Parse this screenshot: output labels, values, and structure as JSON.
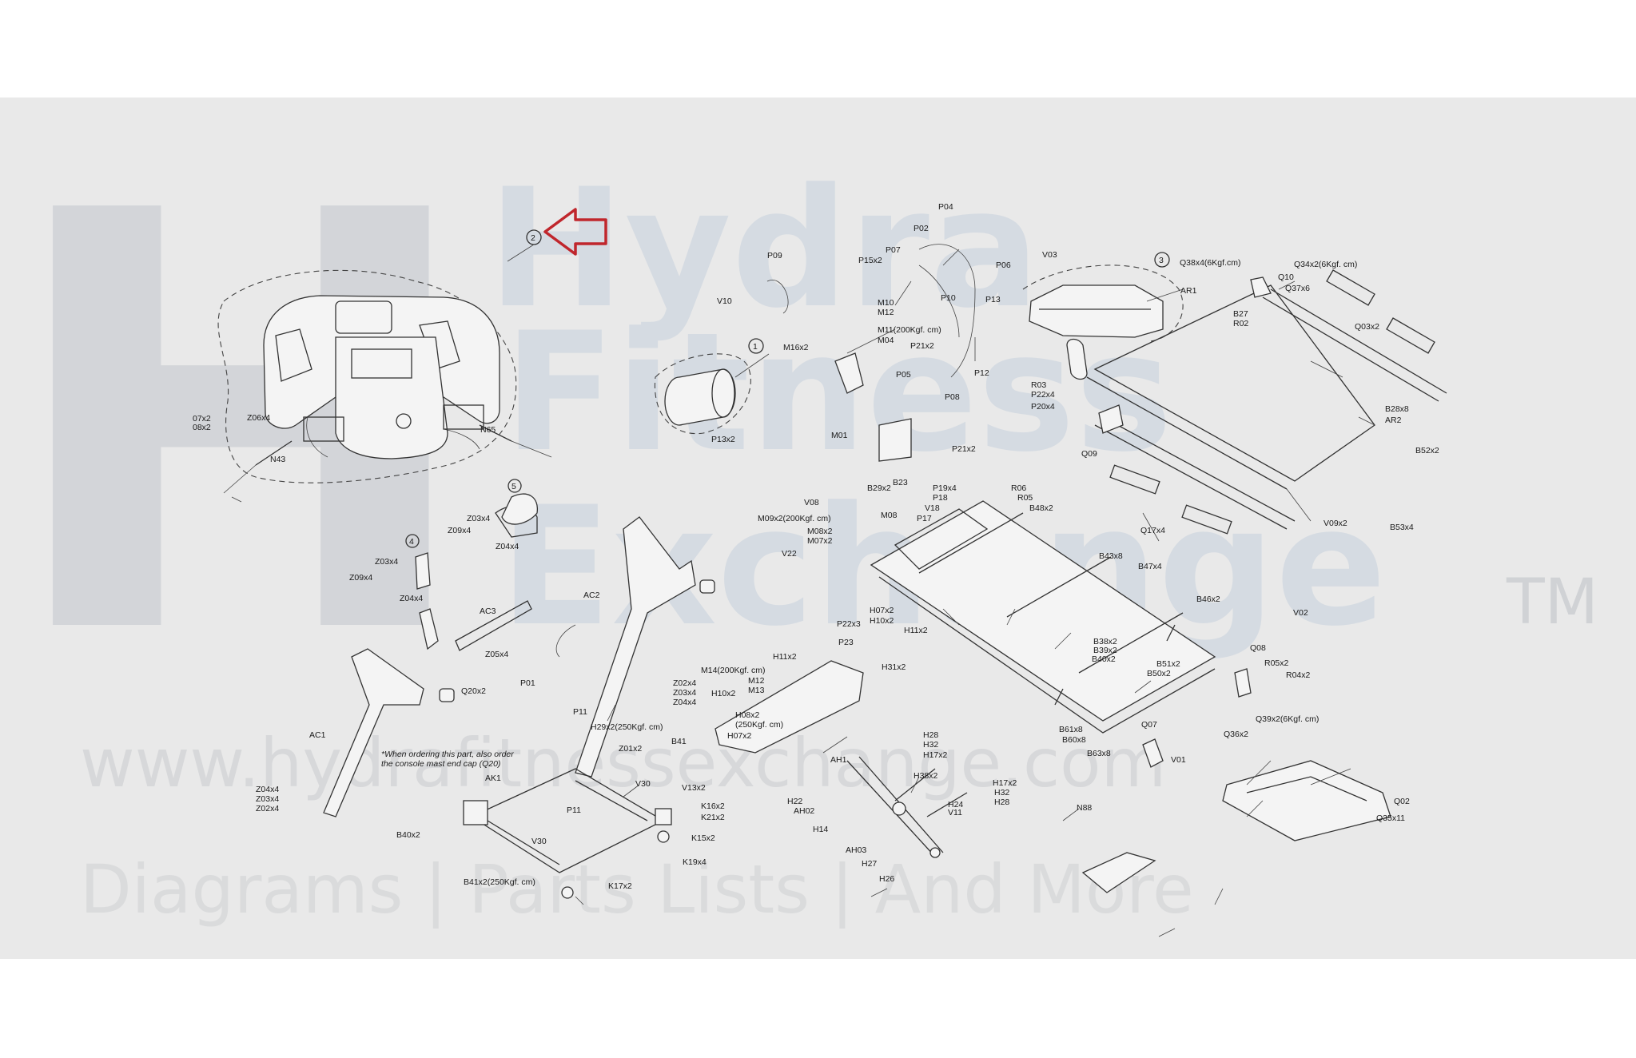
{
  "watermark": {
    "logo_letter": "H",
    "word1": "Hydra",
    "word2": "Fitness",
    "word3": "Exchange",
    "tm": "TM",
    "url": "www.hydrafitnessexchange.com",
    "tagline": "Diagrams | Parts Lists | And More"
  },
  "note": {
    "line1": "*When ordering this part, also order",
    "line2": "the console mast end cap (Q20)"
  },
  "callouts": [
    "1",
    "2",
    "3",
    "4",
    "5"
  ],
  "labels": {
    "l001": "07x2",
    "l002": "08x2",
    "l003": "Z06x4",
    "l004": "N65",
    "l005": "N43",
    "l006": "Z03x4",
    "l007": "Z09x4",
    "l008": "Z04x4",
    "l009": "Z03x4",
    "l010": "Z09x4",
    "l011": "Z04x4",
    "l012": "AC3",
    "l013": "Z05x4",
    "l014": "AC2",
    "l015": "Q20x2",
    "l016": "AC1",
    "l017": "P01",
    "l018": "P11",
    "l019": "Z02x4",
    "l020": "Z03x4",
    "l021": "Z04x4",
    "l022": "H29x2(250Kgf. cm)",
    "l023": "Z01x2",
    "l024": "B41",
    "l025": "V30",
    "l026": "V13x2",
    "l027": "AK1",
    "l028": "P11",
    "l029": "Z04x4",
    "l030": "Z03x4",
    "l031": "Z02x4",
    "l032": "K16x2",
    "l033": "K21x2",
    "l034": "B40x2",
    "l035": "V30",
    "l036": "K15x2",
    "l037": "K19x4",
    "l038": "B41x2(250Kgf. cm)",
    "l039": "K17x2",
    "l040": "P09",
    "l041": "V10",
    "l042": "P13x2",
    "l043": "P04",
    "l044": "P02",
    "l045": "P07",
    "l046": "P15x2",
    "l047": "P06",
    "l048": "P10",
    "l049": "P13",
    "l050": "M10",
    "l051": "M12",
    "l052": "M11(200Kgf. cm)",
    "l053": "M04",
    "l054": "M16x2",
    "l055": "P21x2",
    "l056": "P12",
    "l057": "P05",
    "l058": "P08",
    "l059": "M01",
    "l060": "P21x2",
    "l061": "V03",
    "l062": "Q38x4(6Kgf.cm)",
    "l063": "AR1",
    "l064": "Q34x2(6Kgf. cm)",
    "l065": "Q10",
    "l066": "Q37x6",
    "l067": "B27",
    "l068": "R02",
    "l069": "Q03x2",
    "l070": "R03",
    "l071": "P22x4",
    "l072": "P20x4",
    "l073": "B28x8",
    "l074": "AR2",
    "l075": "Q09",
    "l076": "B52x2",
    "l077": "Q17x4",
    "l078": "V09x2",
    "l079": "B53x4",
    "l080": "V08",
    "l081": "B29x2",
    "l082": "B23",
    "l083": "P19x4",
    "l084": "P18",
    "l085": "R06",
    "l086": "R05",
    "l087": "B48x2",
    "l088": "M09x2(200Kgf. cm)",
    "l089": "M08",
    "l090": "V18",
    "l091": "P17",
    "l092": "M08x2",
    "l093": "M07x2",
    "l094": "V22",
    "l095": "B43x8",
    "l096": "B47x4",
    "l097": "B46x2",
    "l098": "V02",
    "l099": "P22x3",
    "l100": "P23",
    "l101": "H07x2",
    "l102": "H10x2",
    "l103": "H11x2",
    "l104": "B38x2",
    "l105": "B39x2",
    "l106": "B40x2",
    "l107": "B51x2",
    "l108": "B50x2",
    "l109": "Q08",
    "l110": "R05x2",
    "l111": "R04x2",
    "l112": "H11x2",
    "l113": "H31x2",
    "l114": "M14(200Kgf. cm)",
    "l115": "M12",
    "l116": "M13",
    "l117": "H10x2",
    "l118": "H08x2",
    "l119": "(250Kgf. cm)",
    "l120": "H07x2",
    "l121": "AH1",
    "l122": "Q39x2(6Kgf. cm)",
    "l123": "B61x8",
    "l124": "B60x8",
    "l125": "B63x8",
    "l126": "Q07",
    "l127": "Q36x2",
    "l128": "H28",
    "l129": "H32",
    "l130": "H17x2",
    "l131": "V01",
    "l132": "H38x2",
    "l133": "H22",
    "l134": "AH02",
    "l135": "H14",
    "l136": "H24",
    "l137": "V11",
    "l138": "H17x2",
    "l139": "H32",
    "l140": "H28",
    "l141": "N88",
    "l142": "Q02",
    "l143": "Q35x11",
    "l144": "AH03",
    "l145": "H27",
    "l146": "H26"
  }
}
